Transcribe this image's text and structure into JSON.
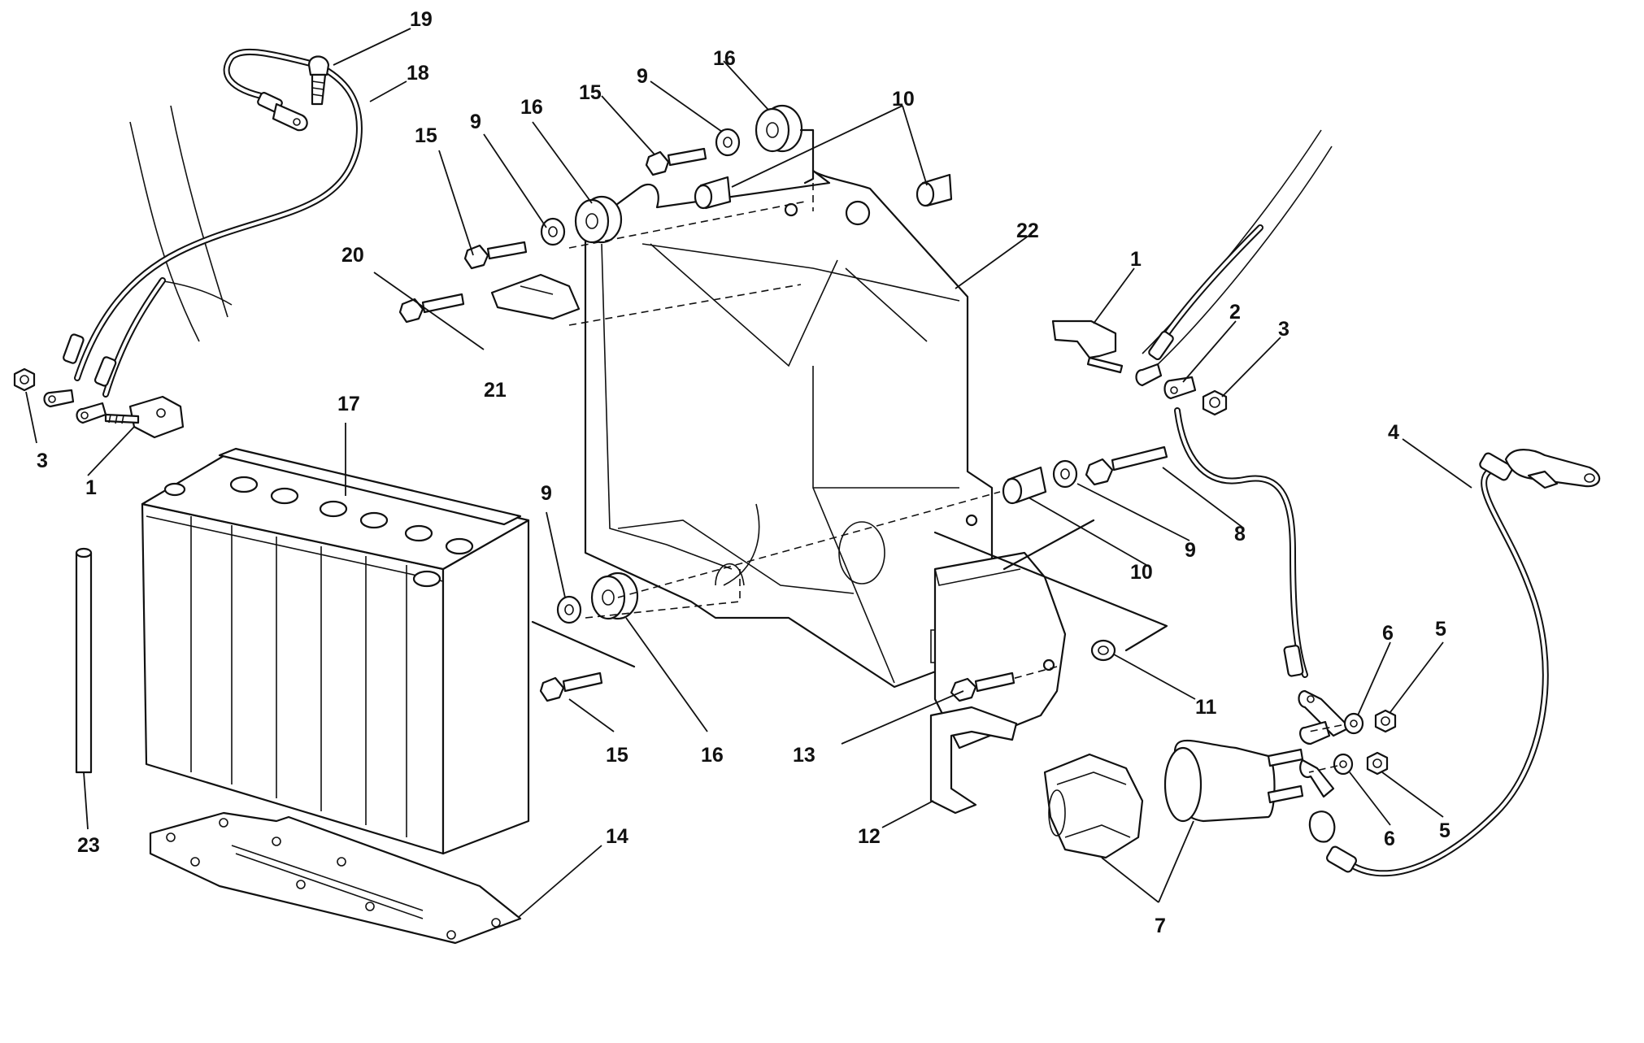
{
  "labels": {
    "p1a": "1",
    "p1b": "1",
    "p2": "2",
    "p3a": "3",
    "p3b": "3",
    "p4": "4",
    "p5a": "5",
    "p5b": "5",
    "p6a": "6",
    "p6b": "6",
    "p7": "7",
    "p8": "8",
    "p9a": "9",
    "p9b": "9",
    "p9c": "9",
    "p9d": "9",
    "p10a": "10",
    "p10b": "10",
    "p11": "11",
    "p12": "12",
    "p13": "13",
    "p14": "14",
    "p15a": "15",
    "p15b": "15",
    "p15c": "15",
    "p16a": "16",
    "p16b": "16",
    "p16c": "16",
    "p17": "17",
    "p18": "18",
    "p19": "19",
    "p20": "20",
    "p21": "21",
    "p22": "22",
    "p23": "23"
  }
}
